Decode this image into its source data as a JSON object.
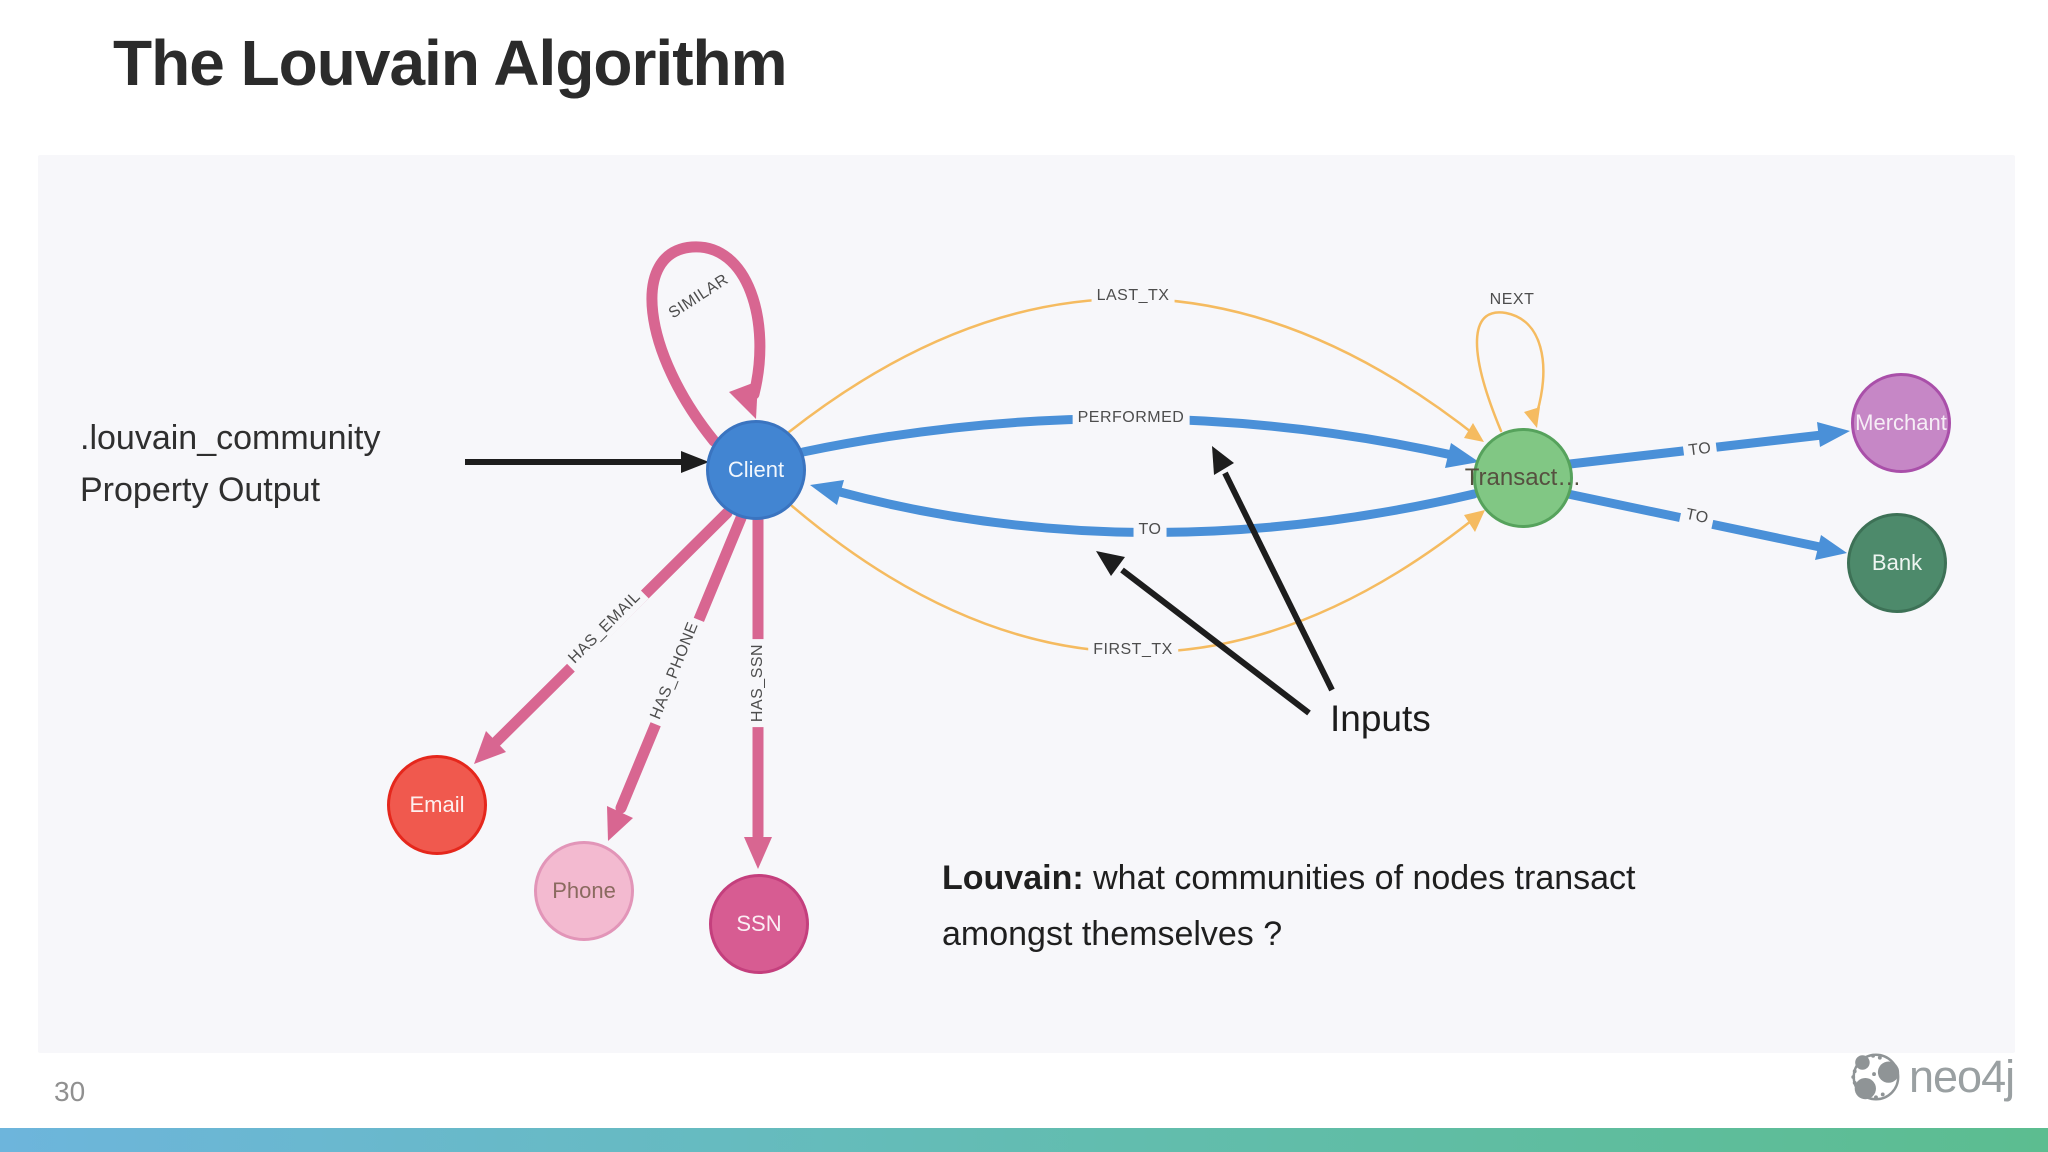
{
  "slide": {
    "title": "The Louvain Algorithm",
    "page_number": "30",
    "footer_logo": "neo4j"
  },
  "annotations": {
    "property_output": {
      "line1": ".louvain_community",
      "line2": "Property Output"
    },
    "inputs": "Inputs",
    "caption": {
      "lead": "Louvain:",
      "line1_rest": " what communities of nodes transact",
      "line2": "amongst themselves ?"
    }
  },
  "graph": {
    "nodes": [
      {
        "id": "client",
        "label": "Client",
        "fill": "#4285d2",
        "border": "#3a74c0",
        "text_color": "#ffffff"
      },
      {
        "id": "transaction",
        "label": "Transact…",
        "fill": "#81c784",
        "border": "#56a25c",
        "text_color": "#565040"
      },
      {
        "id": "merchant",
        "label": "Merchant",
        "fill": "#c687c6",
        "border": "#a94fa9",
        "text_color": "#ffffff"
      },
      {
        "id": "bank",
        "label": "Bank",
        "fill": "#4d8a6b",
        "border": "#3d7156",
        "text_color": "#ffffff"
      },
      {
        "id": "email",
        "label": "Email",
        "fill": "#f0594e",
        "border": "#e5271c",
        "text_color": "#ffffff"
      },
      {
        "id": "phone",
        "label": "Phone",
        "fill": "#f3bad0",
        "border": "#e295b8",
        "text_color": "#8a6a5f"
      },
      {
        "id": "ssn",
        "label": "SSN",
        "fill": "#d75c92",
        "border": "#c43f7d",
        "text_color": "#ffffff"
      }
    ],
    "edges": [
      {
        "label": "SIMILAR",
        "from": "client",
        "to": "client",
        "color": "#d86691",
        "type": "self-loop"
      },
      {
        "label": "LAST_TX",
        "from": "client",
        "to": "transaction",
        "color": "#f5bb60",
        "type": "curve"
      },
      {
        "label": "PERFORMED",
        "from": "client",
        "to": "transaction",
        "color": "#4a90d8",
        "type": "curve"
      },
      {
        "label": "TO",
        "from": "transaction",
        "to": "client",
        "color": "#4a90d8",
        "type": "curve"
      },
      {
        "label": "FIRST_TX",
        "from": "client",
        "to": "transaction",
        "color": "#f5bb60",
        "type": "curve"
      },
      {
        "label": "NEXT",
        "from": "transaction",
        "to": "transaction",
        "color": "#f5bb60",
        "type": "self-loop"
      },
      {
        "label": "TO",
        "from": "transaction",
        "to": "merchant",
        "color": "#4a90d8",
        "type": "straight"
      },
      {
        "label": "TO",
        "from": "transaction",
        "to": "bank",
        "color": "#4a90d8",
        "type": "straight"
      },
      {
        "label": "HAS_EMAIL",
        "from": "client",
        "to": "email",
        "color": "#d86691",
        "type": "straight"
      },
      {
        "label": "HAS_PHONE",
        "from": "client",
        "to": "phone",
        "color": "#d86691",
        "type": "straight"
      },
      {
        "label": "HAS_SSN",
        "from": "client",
        "to": "ssn",
        "color": "#d86691",
        "type": "straight"
      }
    ]
  },
  "colors": {
    "edge_pink": "#d86691",
    "edge_blue": "#4a90d8",
    "edge_orange": "#f5bb60",
    "panel_bg": "#f7f7fa",
    "title_color": "#2b2b2b",
    "footer_gradient_left": "#6db5dc",
    "footer_gradient_mid": "#62bdae",
    "footer_gradient_right": "#5cbd90"
  }
}
